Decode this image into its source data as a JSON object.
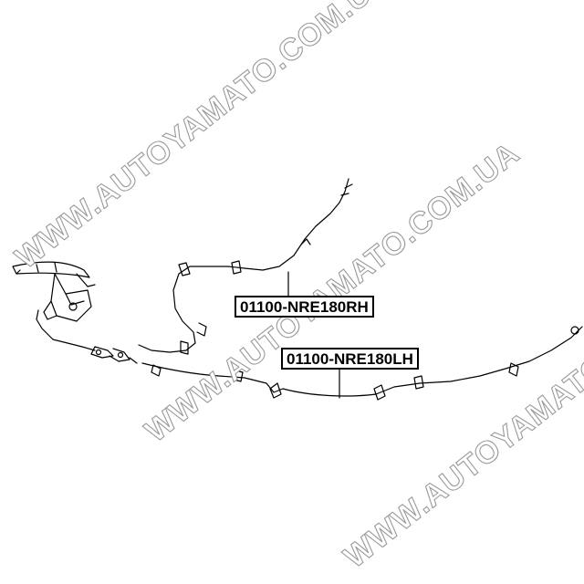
{
  "labels": {
    "rh": "01100-NRE180RH",
    "lh": "01100-NRE180LH"
  },
  "watermark": {
    "text": "WWW.AUTOYAMATO.COM.UA",
    "color": "#9a9a9a"
  },
  "colors": {
    "line": "#000000",
    "background": "#ffffff"
  }
}
